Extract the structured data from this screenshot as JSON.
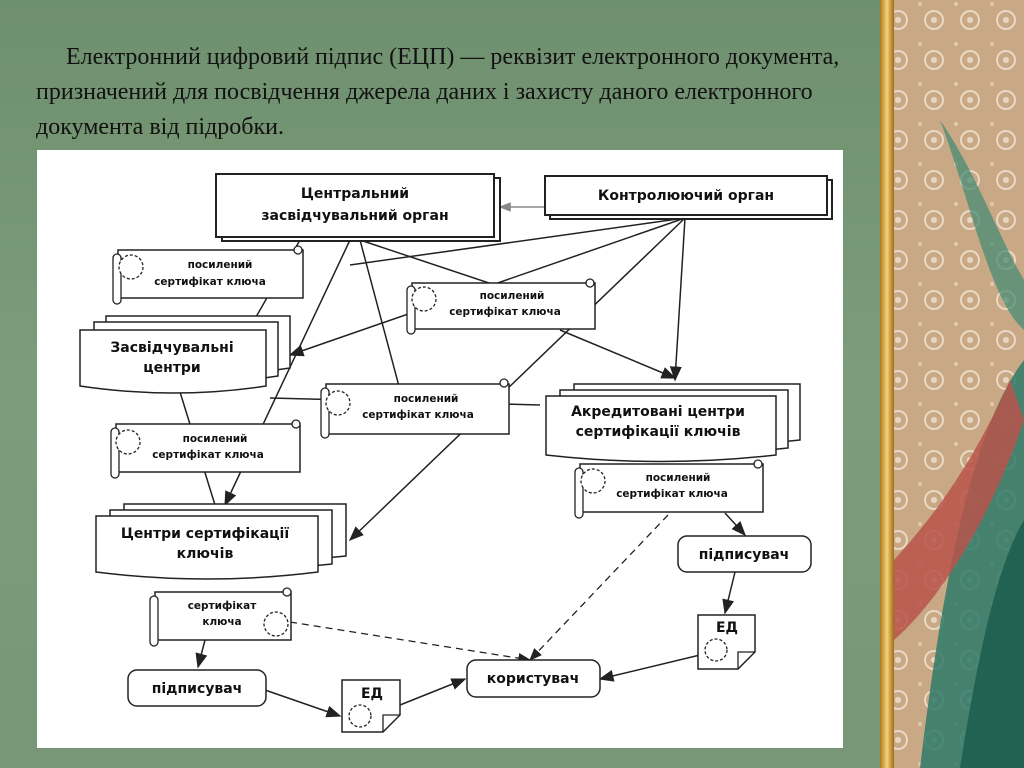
{
  "slide": {
    "definition": "Електронний цифровий підпис (ЕЦП) — реквізит електронного документа, призначений для посвідчення джерела даних і захисту даного електронного документа від підробки."
  },
  "diagram": {
    "central_body": [
      "Центральний",
      "засвідчувальний орган"
    ],
    "control_body": "Контролюючий орган",
    "certifying_centers": [
      "Засвідчувальні",
      "центри"
    ],
    "accredited_centers": [
      "Акредитовані центри",
      "сертифікації ключів"
    ],
    "key_cert_centers": [
      "Центри сертифікації",
      "ключів"
    ],
    "enhanced_cert": [
      "посилений",
      "сертифікат ключа"
    ],
    "key_cert": [
      "сертифікат",
      "ключа"
    ],
    "signer": "підписувач",
    "user": "користувач",
    "ed": "ЕД"
  },
  "colors": {
    "slide_background": "#7a9a78",
    "diagram_background": "#ffffff",
    "line": "#222222"
  }
}
